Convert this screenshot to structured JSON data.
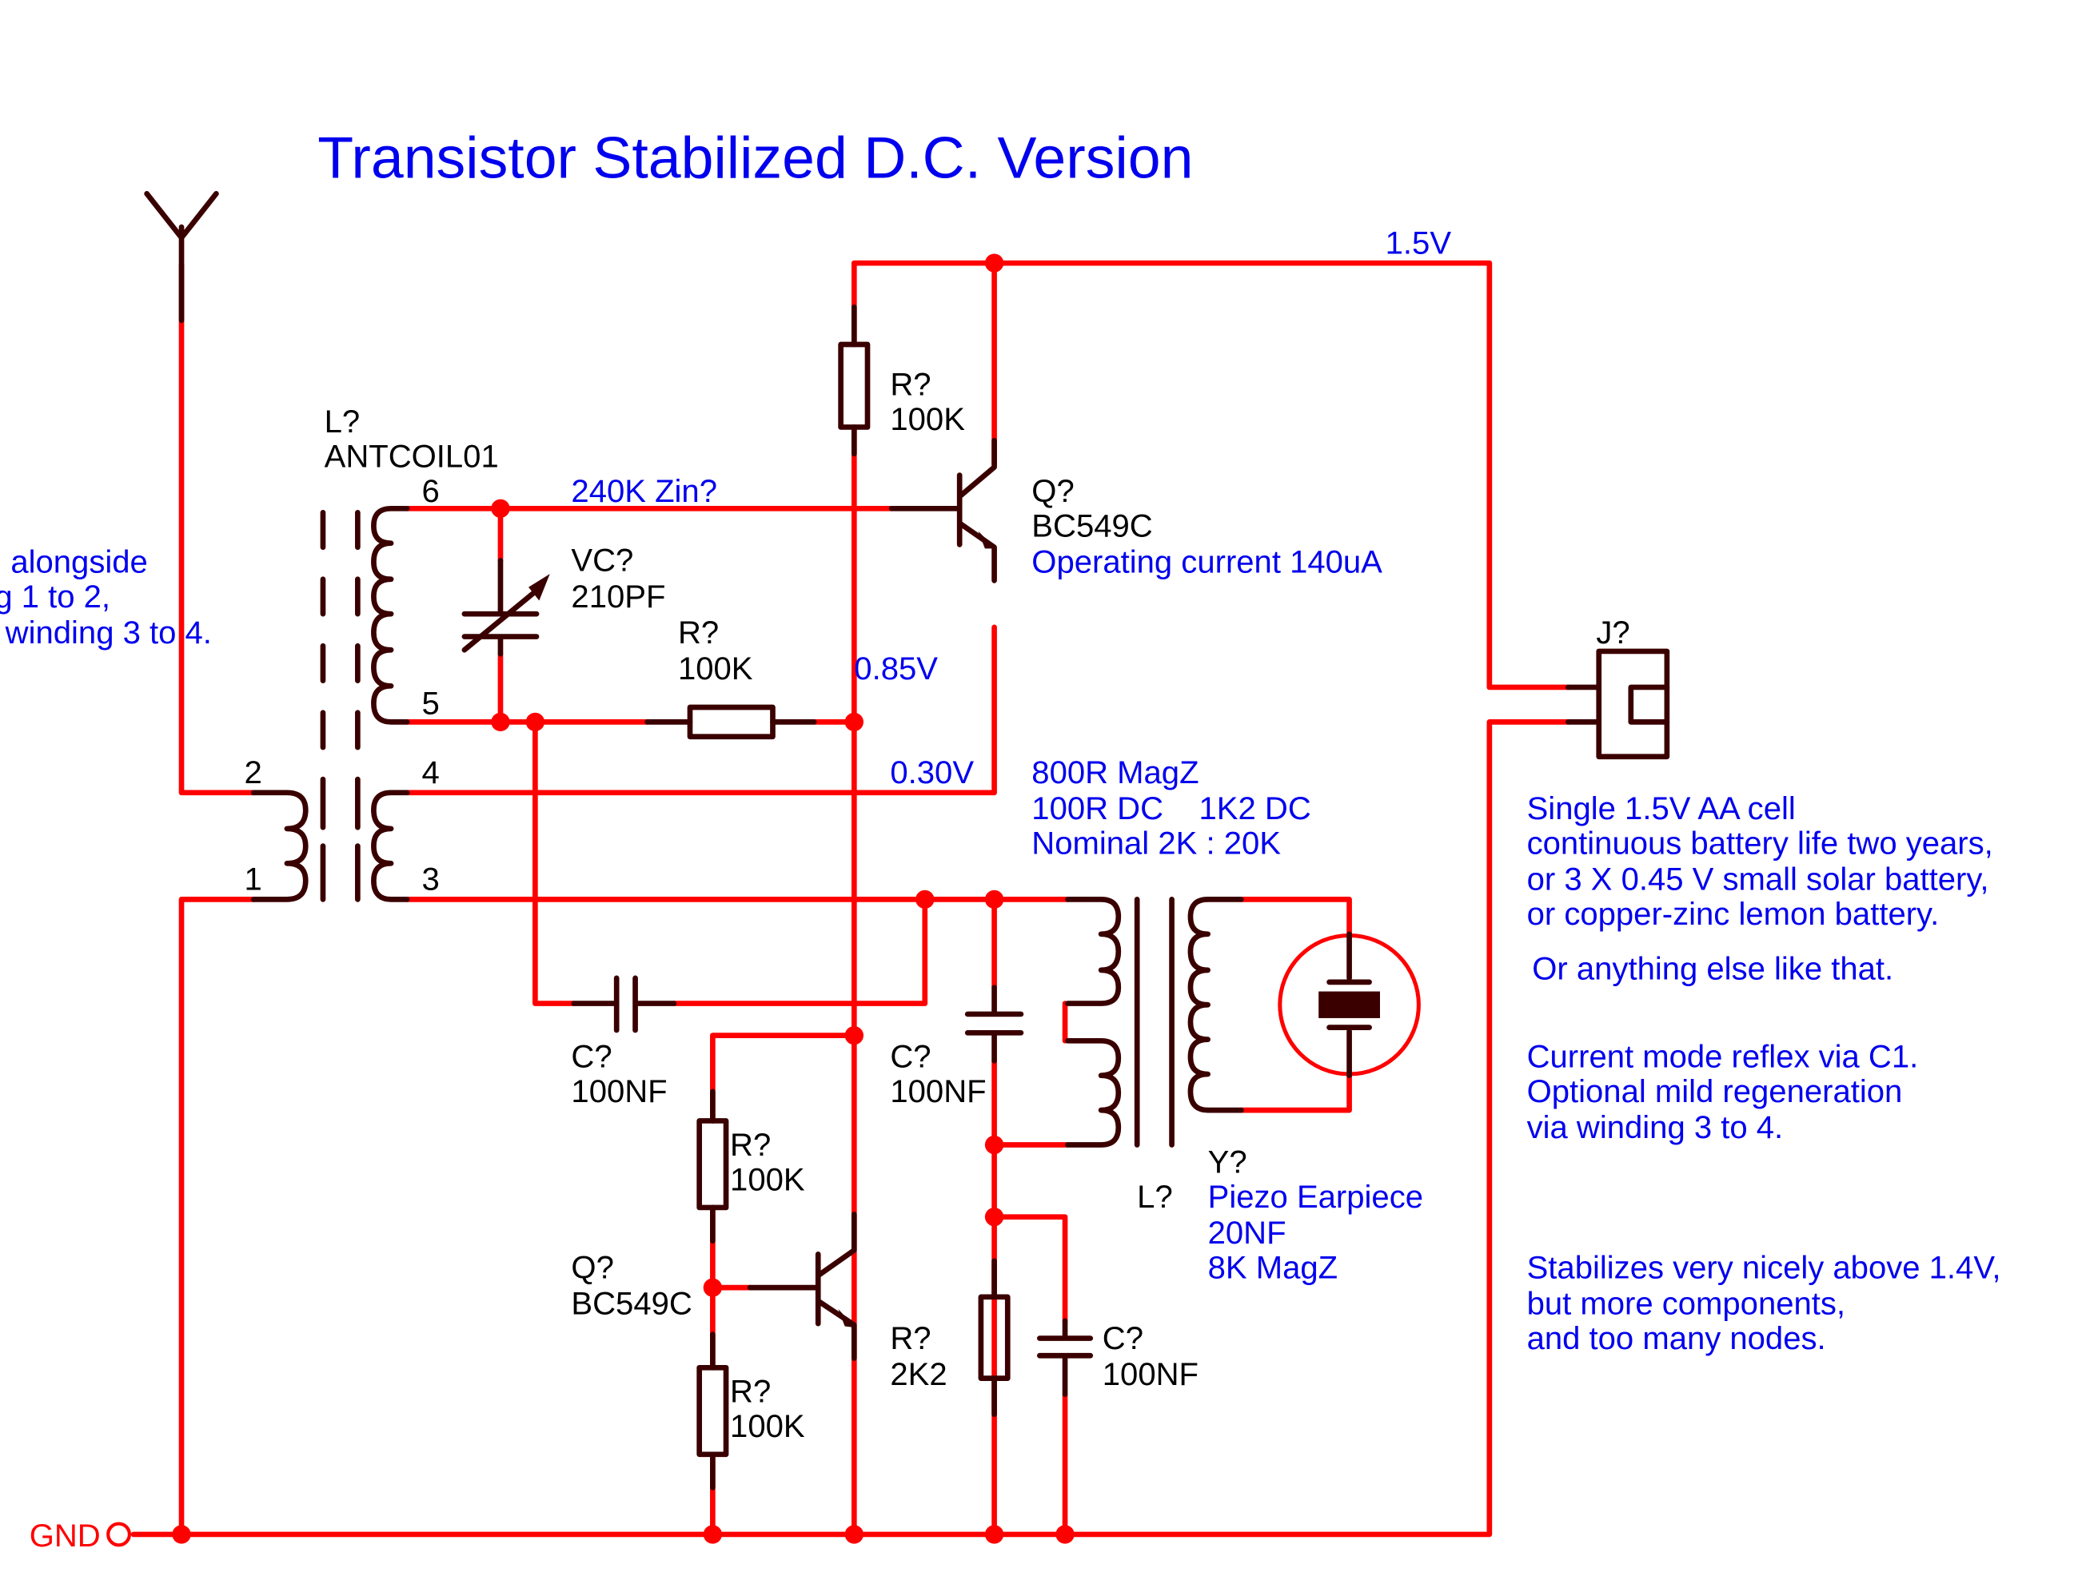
{
  "title": "Transistor Stabilized D.C. Version",
  "colors": {
    "wire": "#ff0000",
    "part": "#3a0000",
    "note": "#0000ee",
    "label": "#000000"
  },
  "nets": {
    "supply": "1.5V",
    "ground": "GND",
    "zin": "240K Zin?",
    "base_bias_voltage": "0.85V",
    "emitter_voltage": "0.30V"
  },
  "components": {
    "antenna_coil": {
      "ref": "L?",
      "value": "ANTCOIL01",
      "pins": [
        "1",
        "2",
        "3",
        "4",
        "5",
        "6"
      ]
    },
    "tuning_cap": {
      "ref": "VC?",
      "value": "210PF"
    },
    "r_top": {
      "ref": "R?",
      "value": "100K"
    },
    "r_feedback": {
      "ref": "R?",
      "value": "100K"
    },
    "q_top": {
      "ref": "Q?",
      "value": "BC549C",
      "note": "Operating current 140uA"
    },
    "c_reflex": {
      "ref": "C?",
      "value": "100NF"
    },
    "c_bypass_mid": {
      "ref": "C?",
      "value": "100NF"
    },
    "r_bias_upper": {
      "ref": "R?",
      "value": "100K"
    },
    "r_bias_lower": {
      "ref": "R?",
      "value": "100K"
    },
    "q_bottom": {
      "ref": "Q?",
      "value": "BC549C"
    },
    "r_emitter": {
      "ref": "R?",
      "value": "2K2"
    },
    "c_emitter": {
      "ref": "C?",
      "value": "100NF"
    },
    "audio_transformer": {
      "ref": "L?"
    },
    "earpiece": {
      "ref": "Y?",
      "lines": [
        "Piezo Earpiece",
        "20NF",
        "8K MagZ"
      ]
    },
    "jack": {
      "ref": "J?"
    }
  },
  "transformer_notes": [
    "800R MagZ",
    "100R DC    1K2 DC",
    "Nominal 2K : 20K"
  ],
  "left_note": [
    "alongside",
    "g 1 to 2,",
    "winding 3 to 4."
  ],
  "battery_note": [
    "Single 1.5V AA cell",
    "continuous battery life two years,",
    "or 3 X 0.45 V small solar battery,",
    "or copper-zinc lemon battery."
  ],
  "alt_note": "Or anything else like that.",
  "reflex_note": [
    "Current mode reflex via C1.",
    "Optional mild regeneration",
    "via winding 3 to 4."
  ],
  "stability_note": [
    "Stabilizes very nicely above 1.4V,",
    "but more components,",
    "and too many nodes."
  ]
}
